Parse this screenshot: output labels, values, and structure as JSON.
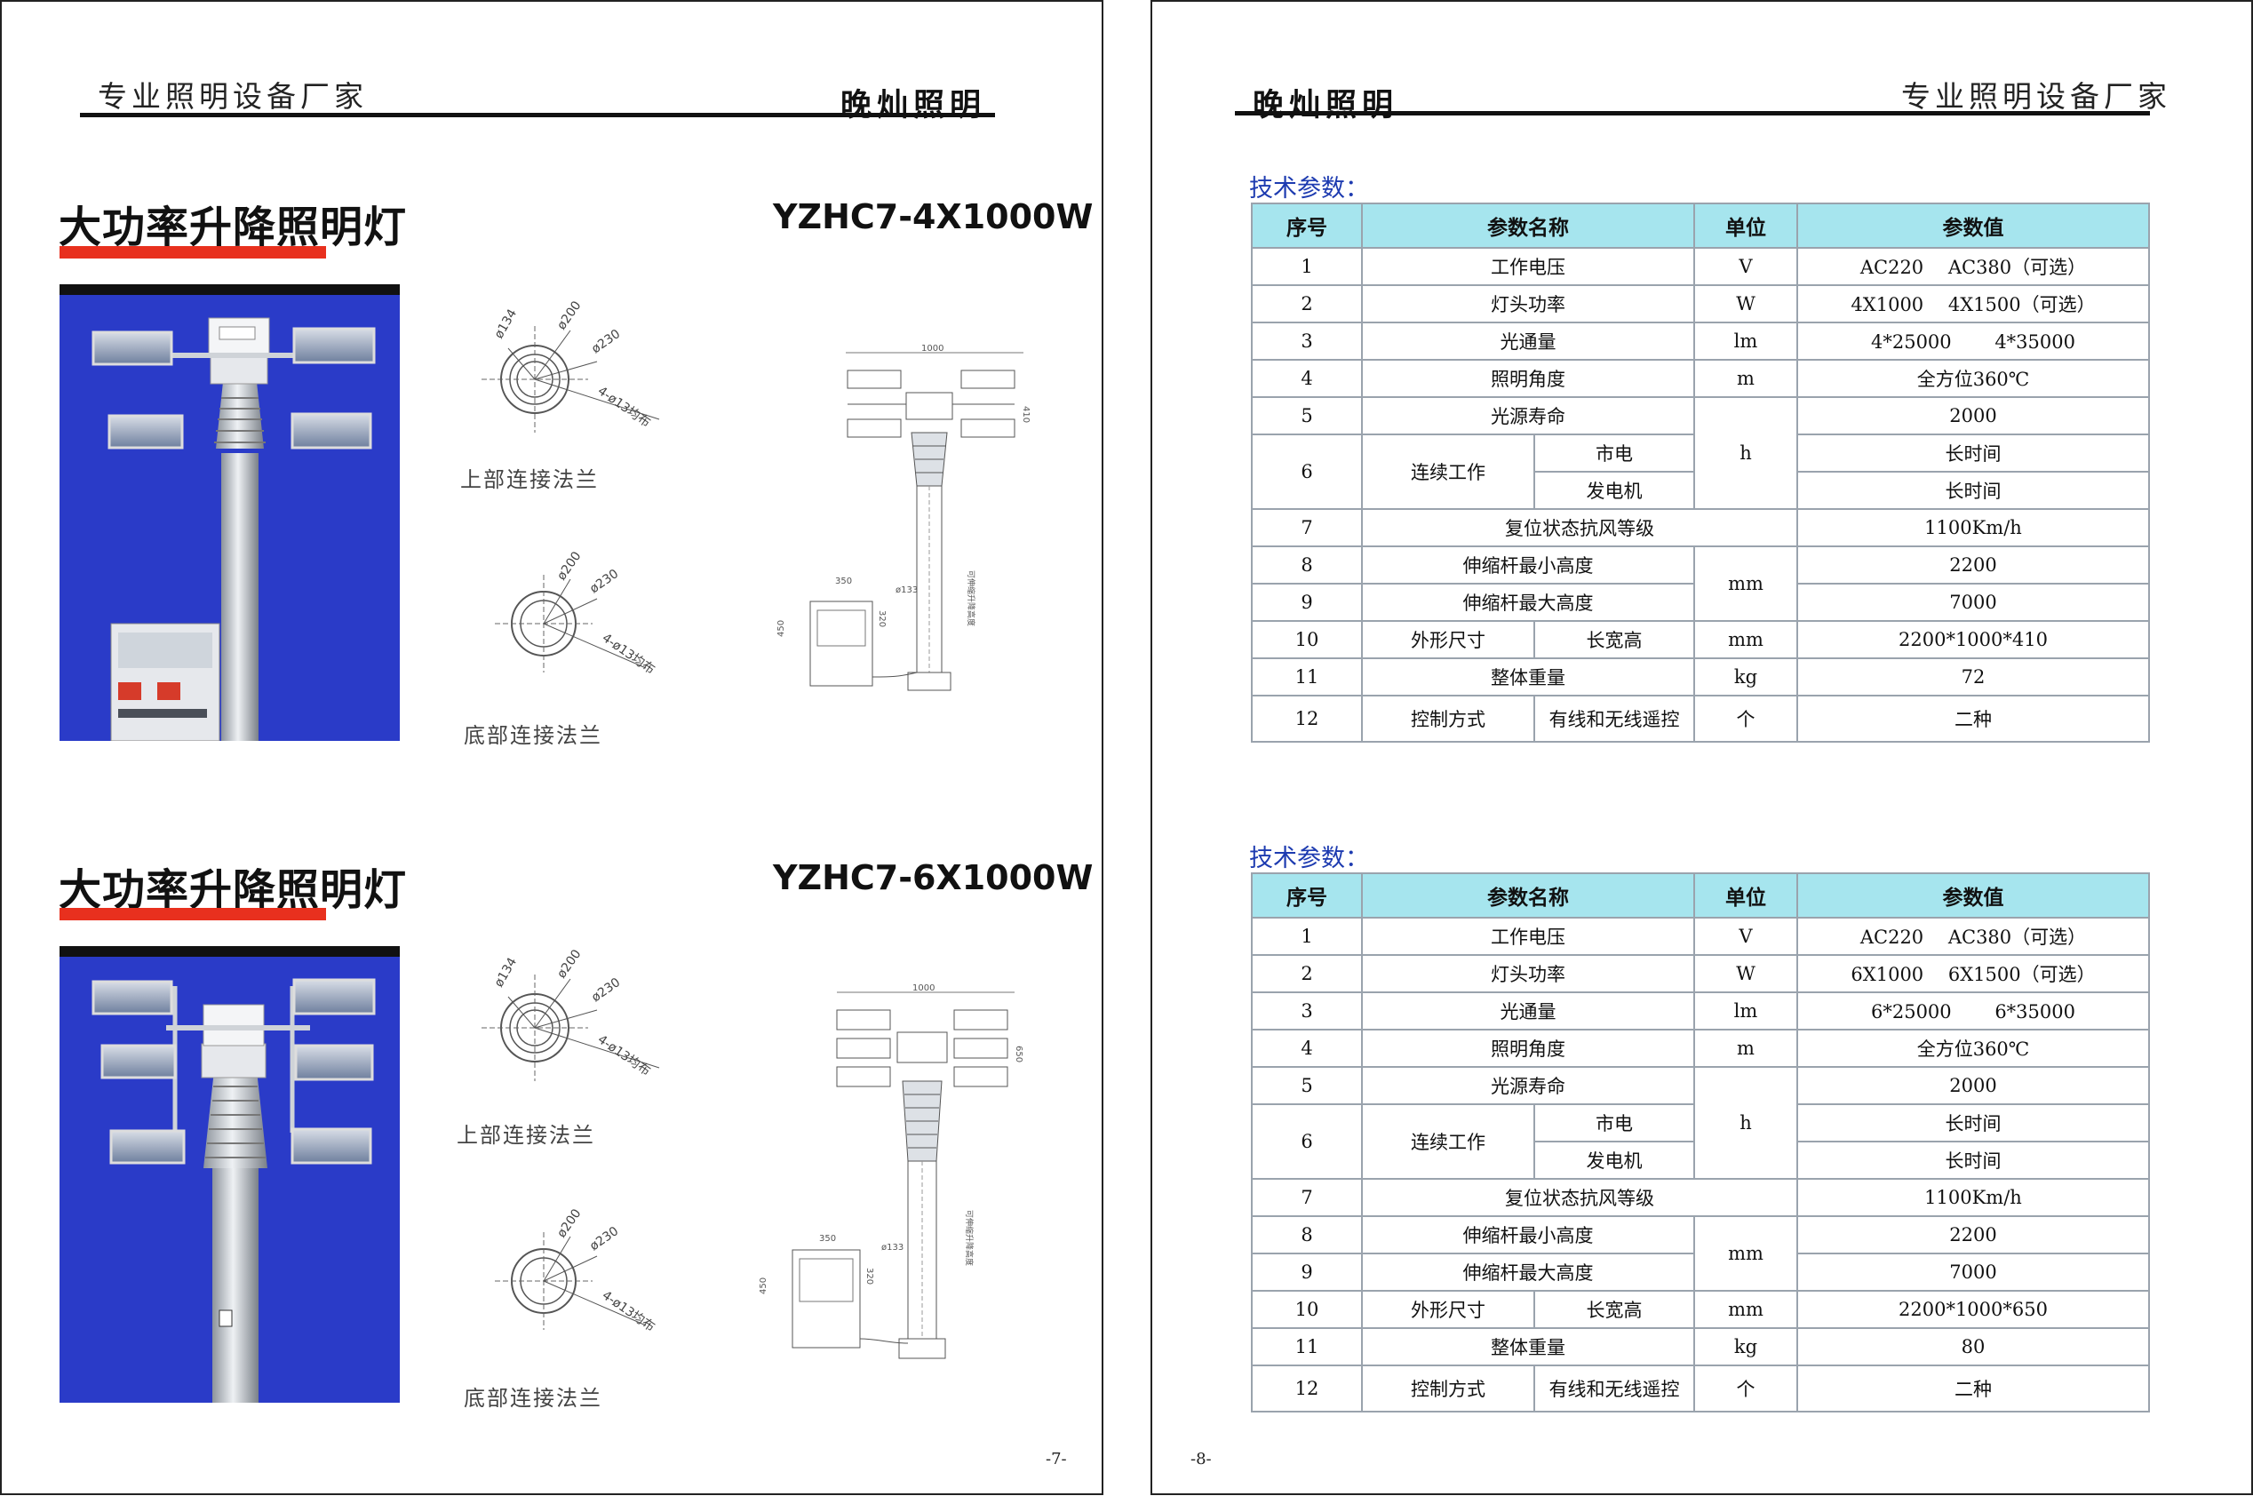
{
  "header": {
    "slogan": "专业照明设备厂家",
    "brand": "晚灿照明"
  },
  "products": [
    {
      "title": "大功率升降照明灯",
      "model": "YZHC7-4X1000W",
      "flange_top_label": "上部连接法兰",
      "flange_bottom_label": "底部连接法兰",
      "drawing": {
        "top_flange": [
          "ø134",
          "ø200",
          "ø230",
          "4-ø13均布"
        ],
        "bottom_flange": [
          "ø200",
          "ø230",
          "4-ø13均布"
        ],
        "width_dim": "1000",
        "head_height_dim": "410",
        "pole_dia": "ø133",
        "box_width": "350",
        "box_height": "450",
        "box_depth": "320",
        "pole_note": "可伸缩升降高度"
      }
    },
    {
      "title": "大功率升降照明灯",
      "model": "YZHC7-6X1000W",
      "flange_top_label": "上部连接法兰",
      "flange_bottom_label": "底部连接法兰",
      "drawing": {
        "top_flange": [
          "ø134",
          "ø200",
          "ø230",
          "4-ø13均布"
        ],
        "bottom_flange": [
          "ø200",
          "ø230",
          "4-ø13均布"
        ],
        "width_dim": "1000",
        "head_height_dim": "650",
        "pole_dia": "ø133",
        "box_width": "350",
        "box_height": "450",
        "box_depth": "320",
        "pole_note": "可伸缩升降高度"
      }
    }
  ],
  "page_numbers": {
    "left": "-7-",
    "right": "-8-"
  },
  "spec_label": "技术参数：",
  "spec_headers": [
    "序号",
    "参数名称",
    "单位",
    "参数值"
  ],
  "specs": [
    {
      "rows": [
        {
          "no": "1",
          "name": "工作电压",
          "unit": "V",
          "value": "AC220　 AC380（可选）"
        },
        {
          "no": "2",
          "name": "灯头功率",
          "unit": "W",
          "value": "4X1000　 4X1500（可选）"
        },
        {
          "no": "3",
          "name": "光通量",
          "unit": "lm",
          "value": "4*25000　　 4*35000"
        },
        {
          "no": "4",
          "name": "照明角度",
          "unit": "m",
          "value": "全方位360℃"
        },
        {
          "no": "5",
          "name": "光源寿命",
          "unit": "h",
          "value": "2000"
        },
        {
          "no": "6",
          "name": "连续工作",
          "sub1": "市电",
          "sub2": "发电机",
          "value1": "长时间",
          "value2": "长时间"
        },
        {
          "no": "7",
          "name": "复位状态抗风等级",
          "value": "1100Km/h"
        },
        {
          "no": "8",
          "name": "伸缩杆最小高度",
          "unit": "mm",
          "value": "2200"
        },
        {
          "no": "9",
          "name": "伸缩杆最大高度",
          "value": "7000"
        },
        {
          "no": "10",
          "name": "外形尺寸",
          "sub": "长宽高",
          "unit": "mm",
          "value": "2200*1000*410"
        },
        {
          "no": "11",
          "name": "整体重量",
          "unit": "kg",
          "value": "72"
        },
        {
          "no": "12",
          "name": "控制方式",
          "sub": "有线和无线遥控",
          "unit": "个",
          "value": "二种"
        }
      ]
    },
    {
      "rows": [
        {
          "no": "1",
          "name": "工作电压",
          "unit": "V",
          "value": "AC220　 AC380（可选）"
        },
        {
          "no": "2",
          "name": "灯头功率",
          "unit": "W",
          "value": "6X1000　 6X1500（可选）"
        },
        {
          "no": "3",
          "name": "光通量",
          "unit": "lm",
          "value": "6*25000　　 6*35000"
        },
        {
          "no": "4",
          "name": "照明角度",
          "unit": "m",
          "value": "全方位360℃"
        },
        {
          "no": "5",
          "name": "光源寿命",
          "unit": "h",
          "value": "2000"
        },
        {
          "no": "6",
          "name": "连续工作",
          "sub1": "市电",
          "sub2": "发电机",
          "value1": "长时间",
          "value2": "长时间"
        },
        {
          "no": "7",
          "name": "复位状态抗风等级",
          "value": "1100Km/h"
        },
        {
          "no": "8",
          "name": "伸缩杆最小高度",
          "unit": "mm",
          "value": "2200"
        },
        {
          "no": "9",
          "name": "伸缩杆最大高度",
          "value": "7000"
        },
        {
          "no": "10",
          "name": "外形尺寸",
          "sub": "长宽高",
          "unit": "mm",
          "value": "2200*1000*650"
        },
        {
          "no": "11",
          "name": "整体重量",
          "unit": "kg",
          "value": "80"
        },
        {
          "no": "12",
          "name": "控制方式",
          "sub": "有线和无线遥控",
          "unit": "个",
          "value": "二种"
        }
      ]
    }
  ]
}
